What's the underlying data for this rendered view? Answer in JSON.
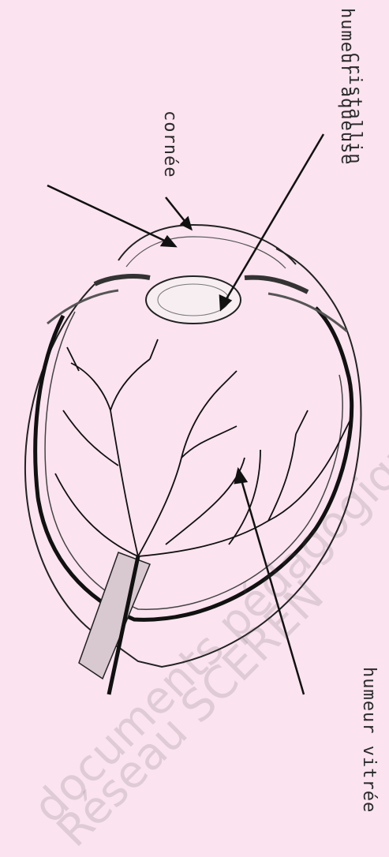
{
  "labels": {
    "humeur_aqueuse": "humeur aqueuse",
    "cornee": "cornée",
    "cristallin": "cristallin",
    "humeur_vitree": "humeur vitrée"
  },
  "watermark": {
    "line1": "documents pédagogiques - enseignement",
    "line2": "Réseau SCEREN"
  },
  "colors": {
    "background": "#fbe3ef",
    "ink": "#222222"
  }
}
